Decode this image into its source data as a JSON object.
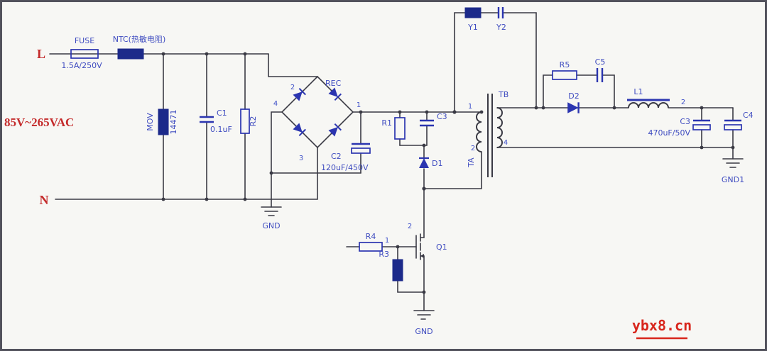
{
  "schematic": {
    "description": "AC-DC flyback switching power supply circuit schematic",
    "watermark": "ybx8.cn",
    "input": {
      "line": "L",
      "neutral": "N",
      "voltage": "85V~265VAC"
    },
    "labels": {
      "fuse_ref": "FUSE",
      "fuse_value": "1.5A/250V",
      "ntc_ref": "NTC(热敏电阻)",
      "mov_ref": "MOV",
      "mov_value": "14471",
      "c1_ref": "C1",
      "c1_value": "0.1uF",
      "r2_ref": "R2",
      "rec_ref": "REC",
      "rec_pin1": "1",
      "rec_pin2": "2",
      "rec_pin3": "3",
      "rec_pin4": "4",
      "c2_ref": "C2",
      "c2_value": "120uF/450V",
      "gnd_primary": "GND",
      "r1_ref": "R1",
      "c3_ref": "C3",
      "d1_ref": "D1",
      "y1_ref": "Y1",
      "y2_ref": "Y2",
      "ta_ref": "TA",
      "tb_ref": "TB",
      "xfmr_pin1": "1",
      "xfmr_pin2": "2",
      "xfmr_pin4": "4",
      "r5_ref": "R5",
      "c5_ref": "C5",
      "d2_ref": "D2",
      "l1_ref": "L1",
      "l1_pin2": "2",
      "c3_out_ref": "C3",
      "c3_out_value": "470uF/50V",
      "c4_ref": "C4",
      "gnd_secondary": "GND1",
      "q1_ref": "Q1",
      "q1_pin1": "1",
      "q1_pin2": "2",
      "r4_ref": "R4",
      "r3_ref": "R3",
      "gnd_power": "GND"
    },
    "colors": {
      "wire": "#3a3a44",
      "component_stroke": "#2b35b0",
      "component_fill": "#1c2a8a",
      "label_blue": "#3f4cc0",
      "accent_red": "#c42a2a",
      "watermark_red": "#d8261c",
      "background": "#f7f7f4"
    }
  }
}
